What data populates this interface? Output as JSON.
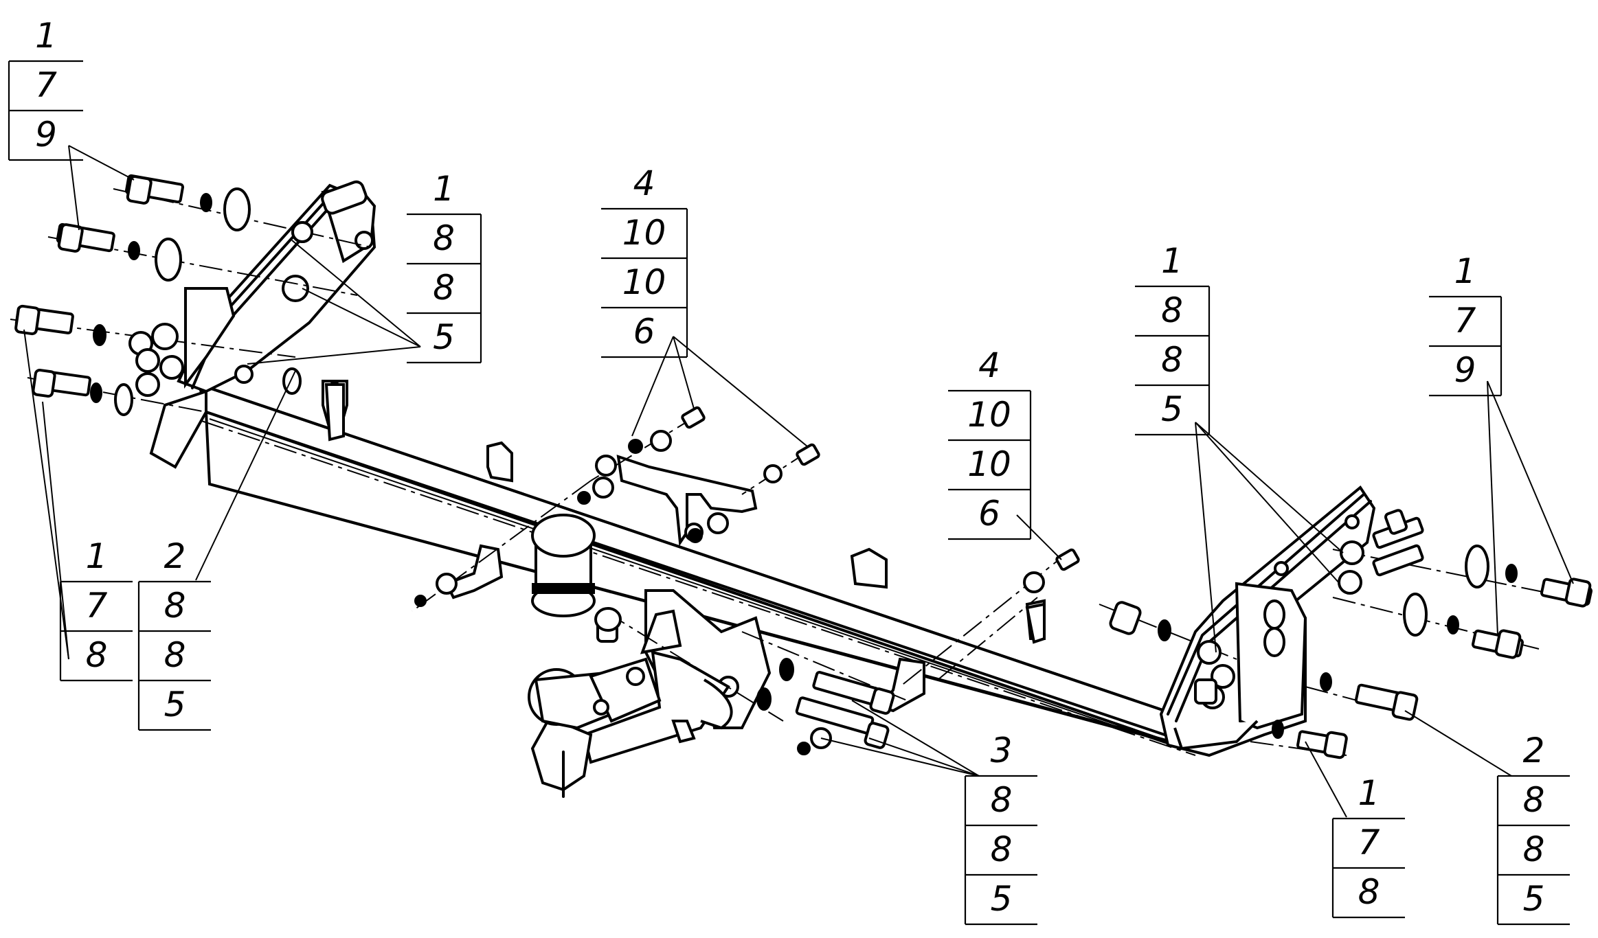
{
  "callouts": [
    {
      "id": "top-left",
      "rows": [
        "1",
        "7",
        "9"
      ]
    },
    {
      "id": "left-lower",
      "rows": [
        "1",
        "7",
        "8"
      ]
    },
    {
      "id": "left-mid",
      "rows": [
        "2",
        "8",
        "8",
        "5"
      ]
    },
    {
      "id": "top-left-center",
      "rows": [
        "1",
        "8",
        "8",
        "5"
      ]
    },
    {
      "id": "center-top",
      "rows": [
        "4",
        "10",
        "10",
        "6"
      ]
    },
    {
      "id": "center",
      "rows": [
        "4",
        "10",
        "10",
        "6"
      ]
    },
    {
      "id": "right-top",
      "rows": [
        "1",
        "8",
        "8",
        "5"
      ]
    },
    {
      "id": "far-right-top",
      "rows": [
        "1",
        "7",
        "9"
      ]
    },
    {
      "id": "bottom-center",
      "rows": [
        "3",
        "8",
        "8",
        "5"
      ]
    },
    {
      "id": "bottom-right",
      "rows": [
        "1",
        "7",
        "8"
      ]
    },
    {
      "id": "far-right-bottom",
      "rows": [
        "2",
        "8",
        "8",
        "5"
      ]
    }
  ]
}
